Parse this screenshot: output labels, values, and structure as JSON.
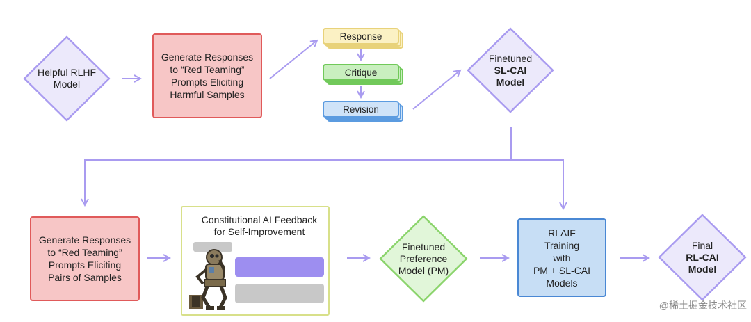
{
  "nodes": {
    "helpful_rlhf": "Helpful RLHF\nModel",
    "generate_top": "Generate Responses\nto “Red Teaming”\nPrompts Eliciting\nHarmful Samples",
    "response": "Response",
    "critique": "Critique",
    "revision": "Revision",
    "finetuned_slcai_line1": "Finetuned",
    "finetuned_slcai_line2": "SL-CAI",
    "finetuned_slcai_line3": "Model",
    "generate_bottom": "Generate Responses\nto “Red Teaming”\nPrompts Eliciting\nPairs of Samples",
    "cai_feedback_title": "Constitutional AI Feedback\nfor Self-Improvement",
    "finetuned_pm": "Finetuned\nPreference\nModel (PM)",
    "rlaif": "RLAIF\nTraining\nwith\nPM + SL-CAI\nModels",
    "final_line1": "Final",
    "final_line2": "RL-CAI",
    "final_line3": "Model"
  },
  "watermark": "@稀土掘金技术社区",
  "colors": {
    "arrow": "#a99bf0",
    "diamond_purple_fill": "#ece9fb",
    "diamond_purple_stroke": "#a99bf0",
    "diamond_green_fill": "#e1f6d9",
    "diamond_green_stroke": "#8bd46c",
    "red_fill": "#f7c6c6",
    "red_stroke": "#e05a5a",
    "blue_fill": "#c7def5",
    "blue_stroke": "#4a88d4",
    "yellow_fill": "#fbf1c4",
    "yellow_stroke": "#e8d27a",
    "green_fill": "#c9efbf",
    "green_stroke": "#71c95a",
    "lightblue_fill": "#cfe3f8",
    "lightblue_stroke": "#5b9be0"
  },
  "icons": {
    "robot": "thinker-robot-illustration",
    "chat": "chat-bubbles"
  }
}
